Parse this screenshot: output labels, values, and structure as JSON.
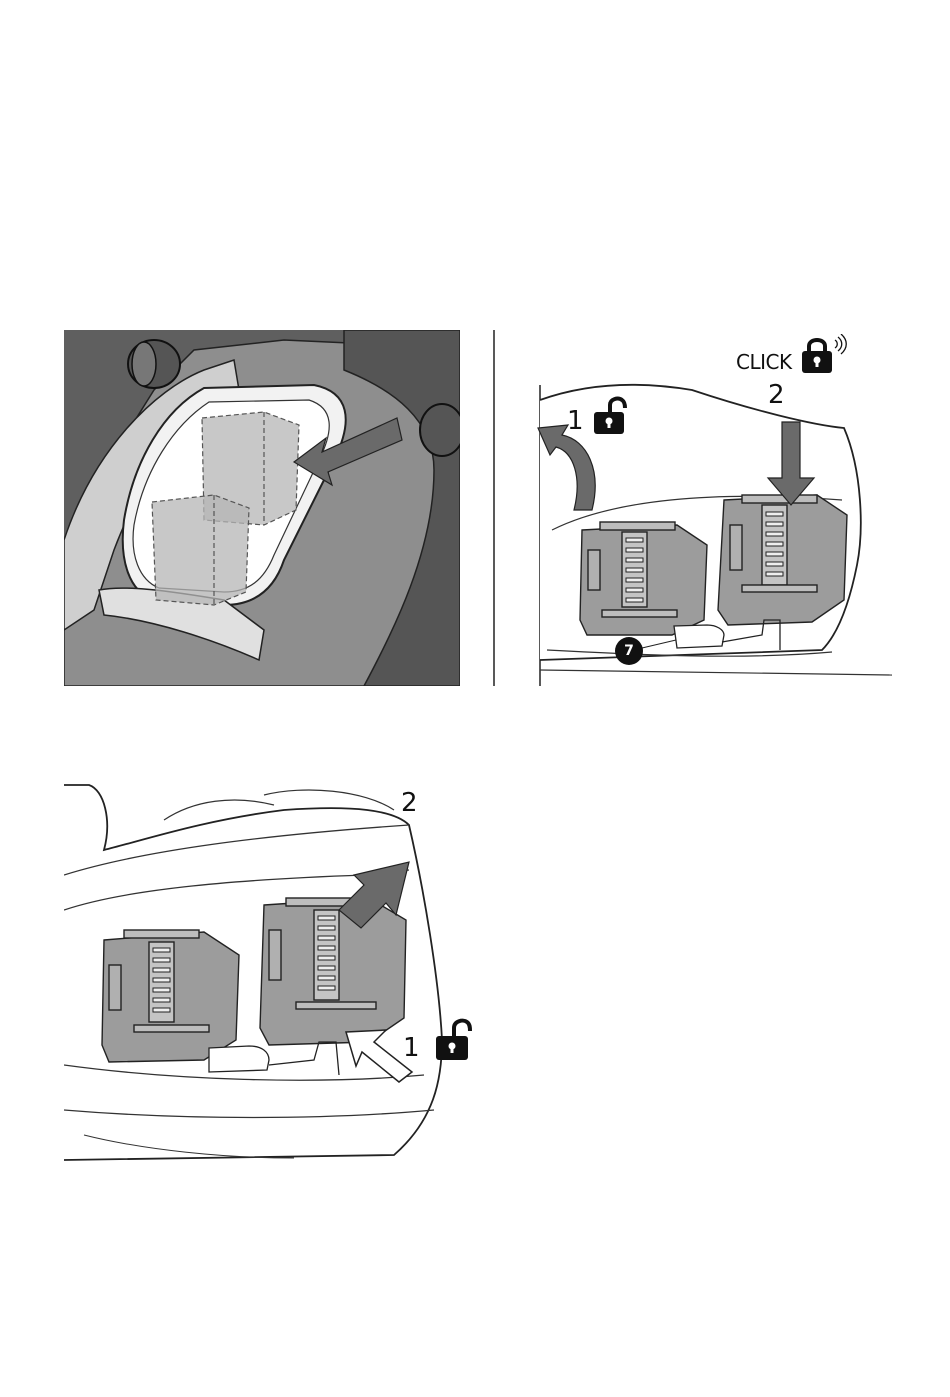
{
  "panel_a": {},
  "panel_b": {
    "click_text": "CLICK",
    "step_1": "1",
    "step_2": "2",
    "callout_7": "7",
    "icons": [
      "unlock-icon",
      "lock-click-icon"
    ]
  },
  "panel_c": {
    "step_1": "1",
    "step_2": "2",
    "icons": [
      "unlock-icon"
    ]
  },
  "colors": {
    "dark_housing": "#5a5a5a",
    "mid_housing": "#8c8c8c",
    "light_housing": "#c8c8c8",
    "battery": "#9b9b9b",
    "arrow": "#6a6a6a",
    "ink": "#111111"
  }
}
